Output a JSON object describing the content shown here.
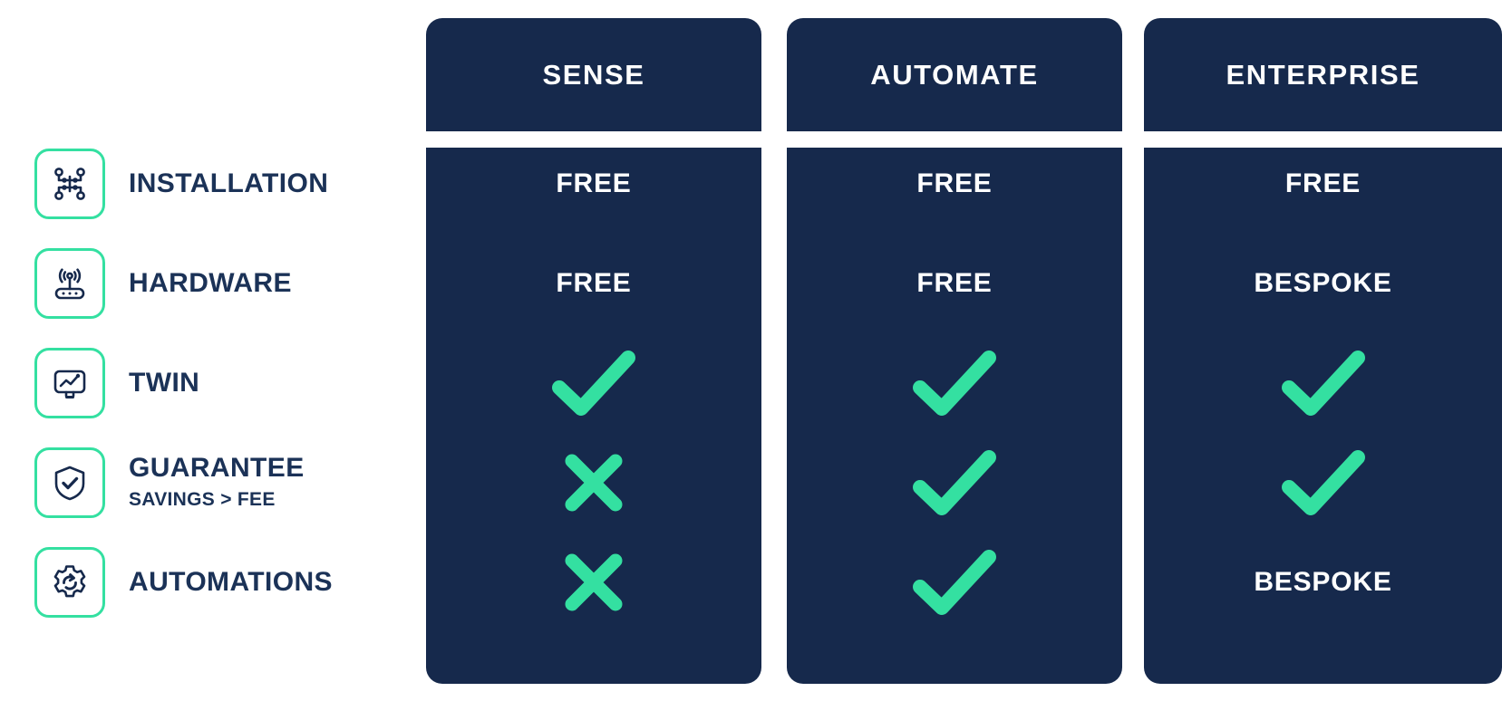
{
  "theme": {
    "navy": "#16294C",
    "label_navy": "#1B3257",
    "mint": "#34E0A1",
    "white": "#FFFFFF",
    "background": "#FFFFFF"
  },
  "plans": [
    {
      "name": "SENSE"
    },
    {
      "name": "AUTOMATE"
    },
    {
      "name": "ENTERPRISE"
    }
  ],
  "features": [
    {
      "title": "INSTALLATION",
      "subtitle": "",
      "icon": "circuit-nodes-icon",
      "values": [
        {
          "kind": "text",
          "text": "FREE"
        },
        {
          "kind": "text",
          "text": "FREE"
        },
        {
          "kind": "text",
          "text": "FREE"
        }
      ]
    },
    {
      "title": "HARDWARE",
      "subtitle": "",
      "icon": "wifi-router-icon",
      "values": [
        {
          "kind": "text",
          "text": "FREE"
        },
        {
          "kind": "text",
          "text": "FREE"
        },
        {
          "kind": "text",
          "text": "BESPOKE"
        }
      ]
    },
    {
      "title": "TWIN",
      "subtitle": "",
      "icon": "monitor-chart-icon",
      "values": [
        {
          "kind": "check",
          "text": ""
        },
        {
          "kind": "check",
          "text": ""
        },
        {
          "kind": "check",
          "text": ""
        }
      ]
    },
    {
      "title": "GUARANTEE",
      "subtitle": "SAVINGS > FEE",
      "icon": "shield-check-icon",
      "values": [
        {
          "kind": "cross",
          "text": ""
        },
        {
          "kind": "check",
          "text": ""
        },
        {
          "kind": "check",
          "text": ""
        }
      ]
    },
    {
      "title": "AUTOMATIONS",
      "subtitle": "",
      "icon": "gear-refresh-icon",
      "values": [
        {
          "kind": "cross",
          "text": ""
        },
        {
          "kind": "check",
          "text": ""
        },
        {
          "kind": "text",
          "text": "BESPOKE"
        }
      ]
    }
  ]
}
